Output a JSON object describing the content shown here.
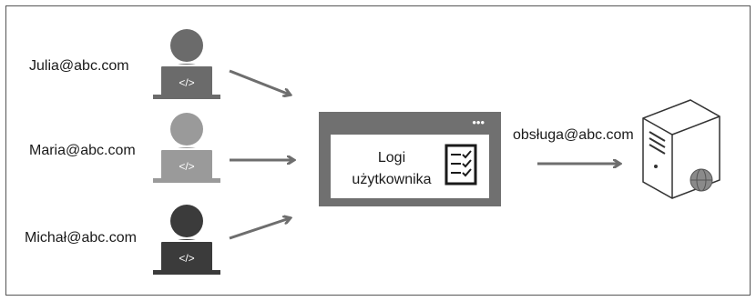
{
  "users": [
    {
      "email": "Julia@abc.com",
      "shade": "#6b6b6b"
    },
    {
      "email": "Maria@abc.com",
      "shade": "#9a9a9a"
    },
    {
      "email": "Michał@abc.com",
      "shade": "#3b3b3b"
    }
  ],
  "code_glyph": "</>",
  "window": {
    "line1": "Logi",
    "line2": "użytkownika",
    "dots": "•••"
  },
  "service": {
    "email": "obsługa@abc.com"
  },
  "colors": {
    "arrow": "#6e6e6e",
    "window_border": "#707070",
    "server_globe": "#8a8a8a"
  }
}
